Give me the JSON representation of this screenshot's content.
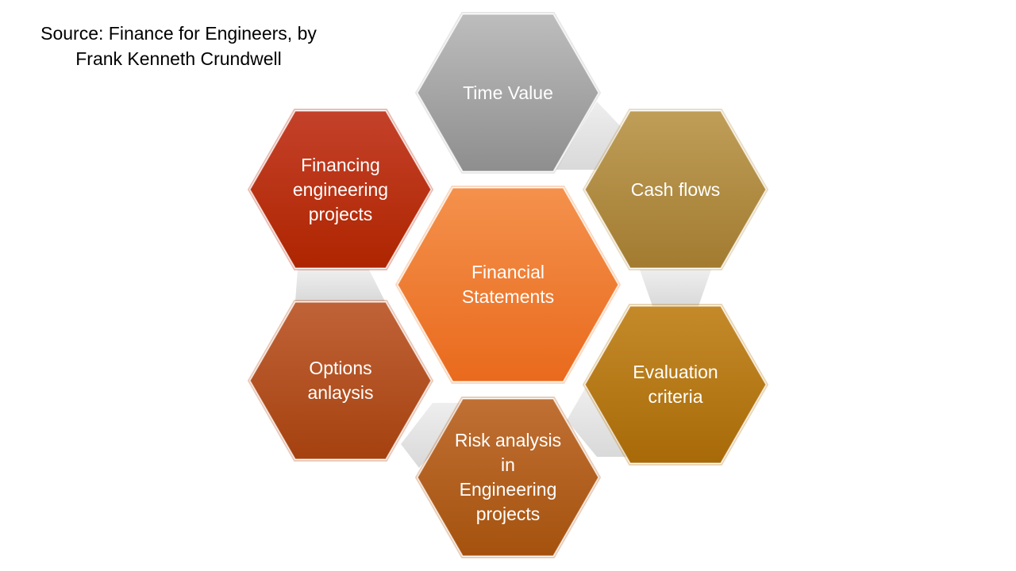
{
  "source": {
    "line1": "Source: Finance for Engineers, by",
    "line2": "Frank Kenneth Crundwell"
  },
  "diagram": {
    "center": {
      "label": "Financial\nStatements",
      "color_top": "#f4914c",
      "color_bottom": "#e96a1d"
    },
    "hexagons": [
      {
        "label": "Time Value",
        "color_top": "#bdbdbd",
        "color_bottom": "#8e8e8e"
      },
      {
        "label": "Cash flows",
        "color_top": "#bf9e58",
        "color_bottom": "#a27b30"
      },
      {
        "label": "Evaluation\ncriteria",
        "color_top": "#c48a2a",
        "color_bottom": "#a86a08"
      },
      {
        "label": "Risk analysis\nin\nEngineering\nprojects",
        "color_top": "#c07034",
        "color_bottom": "#a5520e"
      },
      {
        "label": "Options\nanlaysis",
        "color_top": "#c06338",
        "color_bottom": "#a5410f"
      },
      {
        "label": "Financing\nengineering\nprojects",
        "color_top": "#c4412a",
        "color_bottom": "#ae2500"
      }
    ],
    "connector_color": "#d9d9d9"
  }
}
